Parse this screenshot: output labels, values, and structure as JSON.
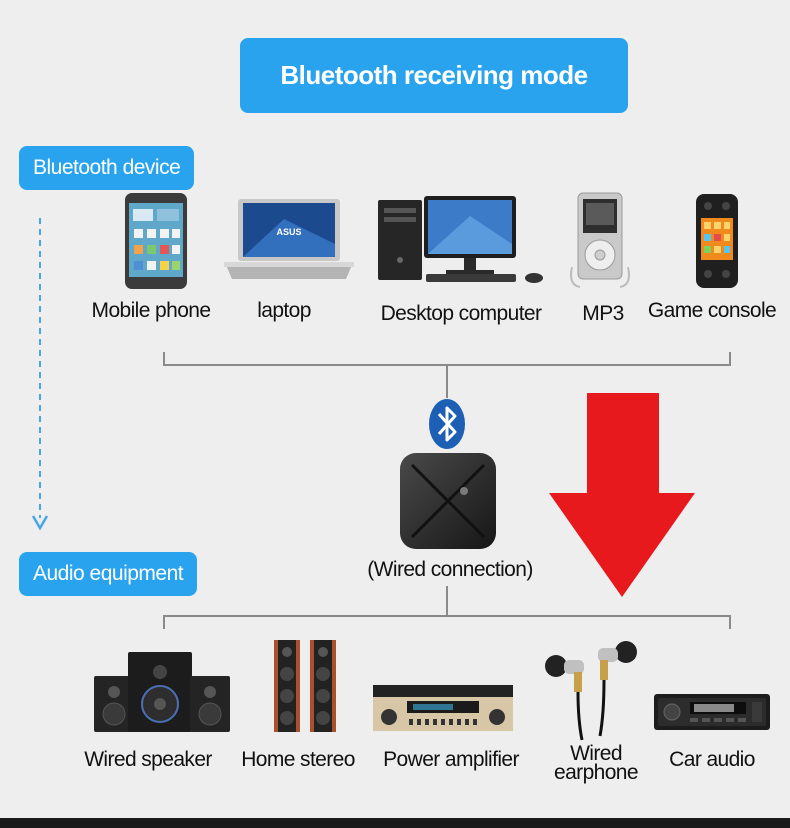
{
  "title": "Bluetooth receiving mode",
  "bluetooth_device_label": "Bluetooth device",
  "audio_equipment_label": "Audio equipment",
  "connection_label": "(Wired connection)",
  "devices": [
    {
      "icon": "mobile-phone-icon",
      "label": "Mobile phone"
    },
    {
      "icon": "laptop-icon",
      "label": "laptop"
    },
    {
      "icon": "desktop-computer-icon",
      "label": "Desktop computer"
    },
    {
      "icon": "mp3-player-icon",
      "label": "MP3"
    },
    {
      "icon": "game-console-icon",
      "label": "Game console"
    }
  ],
  "audio_equipment": [
    {
      "icon": "wired-speaker-icon",
      "label": "Wired speaker"
    },
    {
      "icon": "home-stereo-icon",
      "label": "Home stereo"
    },
    {
      "icon": "power-amplifier-icon",
      "label": "Power amplifier"
    },
    {
      "icon": "wired-earphone-icon",
      "label_line1": "Wired",
      "label_line2": "earphone"
    },
    {
      "icon": "car-audio-icon",
      "label": "Car audio"
    }
  ],
  "colors": {
    "accent_blue": "#2aa3ee",
    "arrow_red": "#e8191c",
    "bluetooth_badge": "#1d5fb5",
    "background": "#eeeeee"
  },
  "icons": {
    "bluetooth": "bluetooth-icon",
    "receiver": "bluetooth-receiver-icon",
    "dashed_arrow": "dashed-down-arrow-icon",
    "big_arrow": "red-down-arrow-icon"
  }
}
